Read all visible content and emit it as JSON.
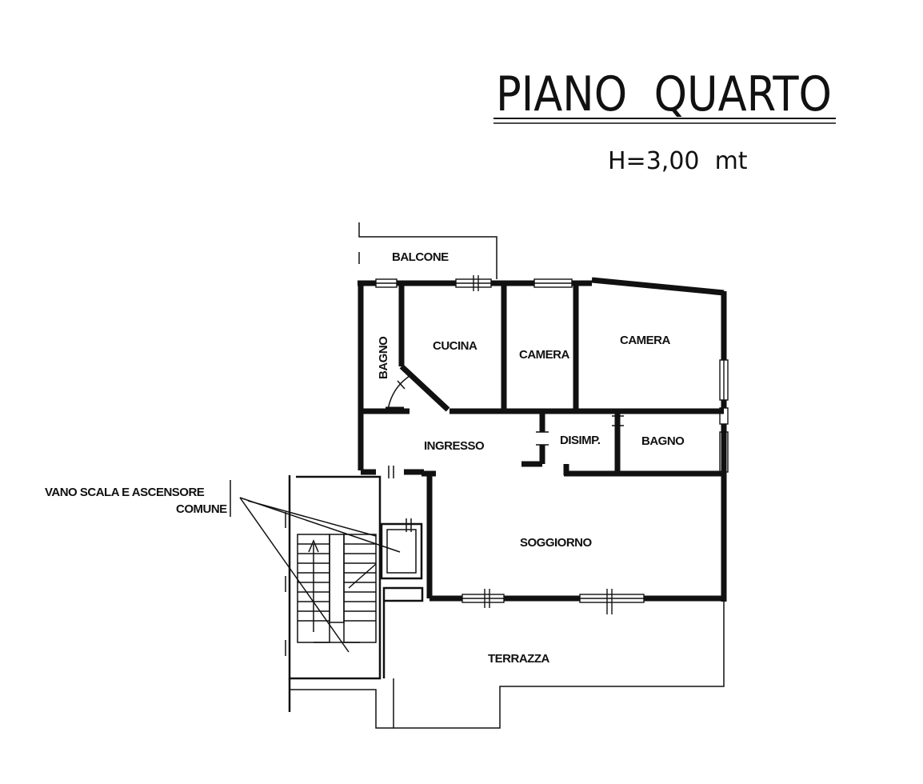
{
  "title": "PIANO  QUARTO",
  "height_note": "H=3,00  mt",
  "rooms": {
    "balcone": "BALCONE",
    "bagno_1": "BAGNO",
    "cucina": "CUCINA",
    "camera_1": "CAMERA",
    "camera_2": "CAMERA",
    "ingresso": "INGRESSO",
    "disimpegno": "DISIMP.",
    "bagno_2": "BAGNO",
    "soggiorno": "SOGGIORNO",
    "terrazza": "TERRAZZA"
  },
  "stair_label": {
    "line1": "VANO SCALA E ASCENSORE",
    "line2": "COMUNE"
  }
}
